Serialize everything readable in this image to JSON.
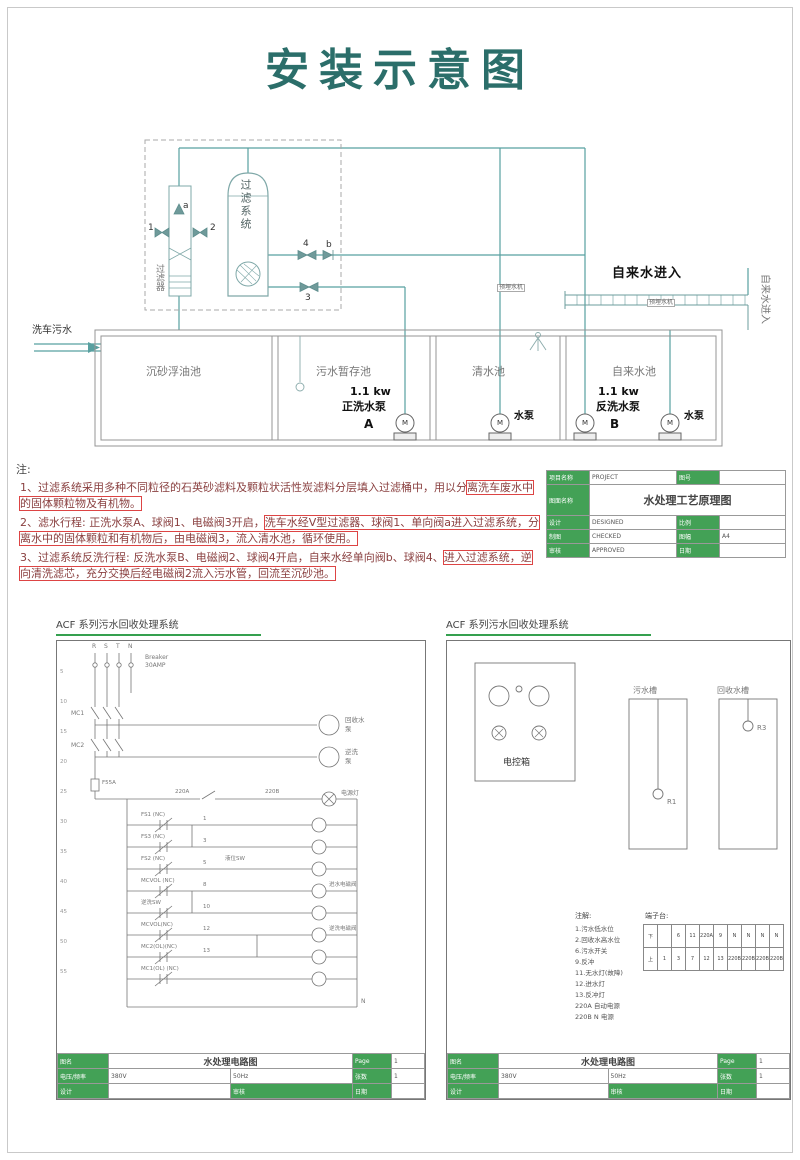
{
  "page": {
    "title": "安装示意图"
  },
  "main": {
    "filter_system": "过滤系统",
    "filter": "过滤器",
    "m": "M",
    "mark_a": "a",
    "mark_1": "1",
    "mark_2": "2",
    "mark_3": "3",
    "mark_4": "4",
    "mark_b": "b",
    "tap_in": "自来水进入",
    "tap_in_side": "自来水进入",
    "carwash": "洗车污水",
    "embed": "预埋水机",
    "tanks": {
      "t1": "沉砂浮油池",
      "t2": "污水暂存池",
      "t3": "清水池",
      "t4": "自来水池"
    },
    "pumpA_kw": "1.1 kw",
    "pumpA": "正洗水泵",
    "pumpA_id": "A",
    "pump_small": "水泵",
    "pumpB_kw": "1.1 kw",
    "pumpB": "反洗水泵",
    "pumpB_id": "B"
  },
  "notes": {
    "head": "注:",
    "n1_num": "1、",
    "n1_a": "过滤系统采用多种不同粒径的石英砂滤料及颗粒状活性炭滤料分层填入过滤桶中，用以分",
    "n1_b": "离洗车废水中的固体颗粒物及有机物。",
    "n2_num": "2、",
    "n2_a": "滤水行程: 正洗水泵A、球阀1、电磁阀3开启，",
    "n2_b": "洗车水经V型过滤器、球阀1、单向阀a进入过滤系统，分离水中的固体颗粒和有机物后，由电磁阀3，流入清水池，循环使用。",
    "n3_num": "3、",
    "n3_a": "过滤系统反洗行程: 反洗水泵B、电磁阀2、球阀4开启，自来水经单向阀b、球阀4、",
    "n3_b": "进入过滤系统，逆向清洗滤芯，充分交换后经电磁阀2流入污水管，回流至沉砂池。"
  },
  "tblock": {
    "proj_label": "项目名称",
    "proj": "PROJECT",
    "no_label": "图号",
    "no": "",
    "draw_label": "图面名称",
    "draw_no": "",
    "title": "水处理工艺原理图",
    "design_label": "设计",
    "design": "DESIGNED",
    "draft_label": "制图",
    "draft": "CHECKED",
    "audit_label": "审核",
    "audit": "APPROVED",
    "scale_label": "比例",
    "scale": "",
    "size_label": "图幅",
    "size": "A4",
    "date_label": "日期",
    "date": ""
  },
  "panel_left": {
    "header": "ACF 系列污水回收处理系统",
    "breaker1": "Breaker",
    "breaker2": "30AMP",
    "ph": {
      "r": "R",
      "s": "S",
      "t": "T",
      "n": "N"
    },
    "mc1": "MC1",
    "mc2": "MC2",
    "motor1a": "回收水",
    "motor1b": "泵",
    "motor2a": "逆洗",
    "motor2b": "泵",
    "f": "F55A",
    "v220a": "220A",
    "v220b": "220B",
    "lamp": "电源灯",
    "levelsw": "液位SW",
    "coil_in": "进水电磁阀",
    "coil_back": "逆洗电磁阀",
    "n_end": "N",
    "margin": [
      "5",
      "10",
      "15",
      "20",
      "25",
      "30",
      "35",
      "40",
      "45",
      "50",
      "55"
    ],
    "rungs": {
      "r1": "FS1 (NC)",
      "r2": "FS3 (NC)",
      "r3": "FS2 (NC)",
      "r4": "MCVOL (NC)",
      "r5": "逆洗SW",
      "r6": "MCVOL(NC)",
      "r7": "MC2(OL)(NC)",
      "r8": "MC1(OL) (NC)"
    },
    "nums": [
      "1",
      "3",
      "5",
      "8",
      "10",
      "12",
      "13"
    ],
    "tb": {
      "name_label": "图名",
      "title": "水处理电路图",
      "page_label": "Page",
      "page": "1",
      "volt_label": "电压/频率",
      "volt": "380V",
      "freq": "50Hz",
      "sheets_label": "张数",
      "sheets": "1",
      "design_label": "设计",
      "audit_label": "审核",
      "date_label": "日期"
    }
  },
  "panel_right": {
    "header": "ACF 系列污水回收处理系统",
    "box": "电控箱",
    "tank_sewage": "污水槽",
    "tank_recycle": "回收水槽",
    "r1": "R1",
    "r3": "R3",
    "notes_head": "注解:",
    "notes": [
      "1.污水低水位",
      "2.回收水高水位",
      "6.污水开关",
      "9.反冲",
      "11.无水灯(故障)",
      "12.进水灯",
      "13.反冲灯",
      "220A 自动电源",
      "220B N 电源"
    ],
    "term_head": "端子台:",
    "t_top": [
      "下",
      "",
      "6",
      "11",
      "220A",
      "9",
      "N",
      "N",
      "N",
      "N"
    ],
    "t_bot": [
      "上",
      "1",
      "3",
      "7",
      "12",
      "13",
      "220B",
      "220B",
      "220B",
      "220B"
    ],
    "tb": {
      "name_label": "图名",
      "title": "水处理电路图",
      "page_label": "Page",
      "page": "1",
      "volt_label": "电压/频率",
      "volt": "380V",
      "freq": "50Hz",
      "sheets_label": "张数",
      "sheets": "1",
      "design_label": "设计",
      "audit_label": "审核",
      "date_label": "日期"
    }
  }
}
